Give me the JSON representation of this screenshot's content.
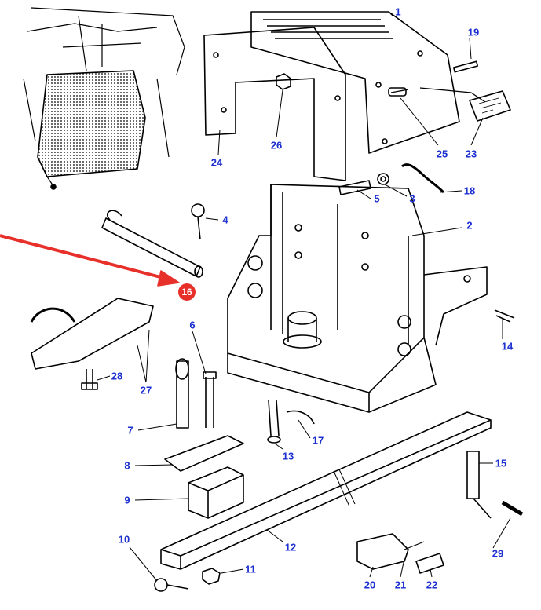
{
  "colors": {
    "label": "#1c2fd0",
    "highlight": "#e8302a",
    "line": "#000000"
  },
  "highlighted_part": "16",
  "labels": {
    "p1": "1",
    "p2": "2",
    "p3": "3",
    "p4": "4",
    "p5": "5",
    "p6": "6",
    "p7": "7",
    "p8": "8",
    "p9": "9",
    "p10": "10",
    "p11": "11",
    "p12": "12",
    "p13": "13",
    "p14": "14",
    "p15": "15",
    "p16": "16",
    "p17": "17",
    "p18": "18",
    "p19": "19",
    "p20": "20",
    "p21": "21",
    "p22": "22",
    "p23": "23",
    "p24": "24",
    "p25": "25",
    "p26": "26",
    "p27": "27",
    "p28": "28",
    "p29": "29"
  }
}
